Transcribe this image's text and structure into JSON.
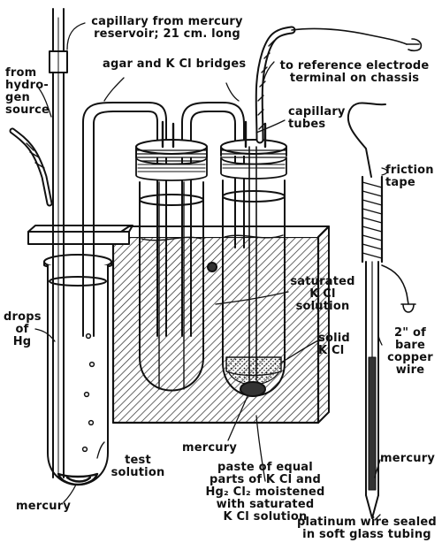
{
  "colors": {
    "ink": "#111111",
    "background": "#ffffff",
    "hatch": "#222222",
    "fill_dark": "#333333"
  },
  "labels": {
    "capillary": "capillary from mercury\nreservoir; 21 cm. long",
    "from_hydrogen": "from\nhydro-\ngen\nsource",
    "agar_bridges": "agar and K Cl bridges",
    "reference_electrode": "to reference electrode\nterminal on chassis",
    "capillary_tubes": "capillary\ntubes",
    "friction_tape": "friction\ntape",
    "saturated_kcl": "saturated\nK Cl\nsolution",
    "drops_hg": "drops\nof\nHg",
    "solid_kcl": "solid\nK Cl",
    "copper_wire": "2\" of\nbare\ncopper\nwire",
    "mercury_center": "mercury",
    "test_solution": "test\nsolution",
    "mercury_right": "mercury",
    "paste": "paste of equal\nparts of K Cl and\nHg₂ Cl₂ moistened\nwith saturated\nK Cl solution",
    "mercury_left": "mercury",
    "platinum_wire": "platinum wire sealed\nin soft glass tubing"
  }
}
